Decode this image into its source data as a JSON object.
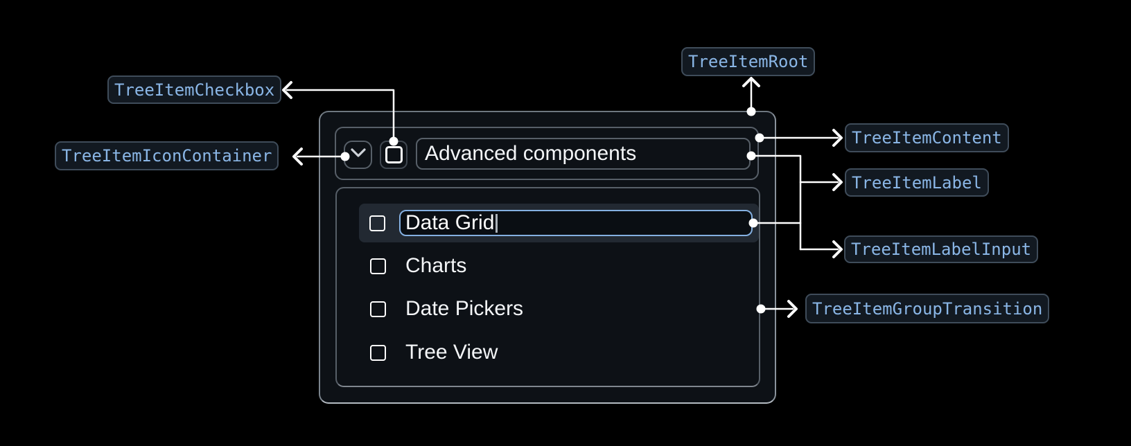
{
  "badges": {
    "root": {
      "label": "TreeItemRoot"
    },
    "checkbox": {
      "label": "TreeItemCheckbox"
    },
    "icon_container": {
      "label": "TreeItemIconContainer"
    },
    "content": {
      "label": "TreeItemContent"
    },
    "label": {
      "label": "TreeItemLabel"
    },
    "label_input": {
      "label": "TreeItemLabelInput"
    },
    "group_transition": {
      "label": "TreeItemGroupTransition"
    }
  },
  "tree": {
    "parent_item": {
      "label": "Advanced components"
    },
    "editing_item": {
      "input_value": "Data Grid"
    },
    "items": [
      {
        "label": "Charts"
      },
      {
        "label": "Date Pickers"
      },
      {
        "label": "Tree View"
      }
    ]
  },
  "icons": {
    "expand": "chevron-down-icon",
    "checkbox": "checkbox-unchecked-icon"
  },
  "colors": {
    "page_background": "#000000",
    "panel_background": "#0d1116",
    "panel_border": "#8a939c",
    "inner_border_gray": "#575f68",
    "highlight_row_background": "#222932",
    "input_border_blue": "#84b0e1",
    "badge_text_blue": "#8ab6e6",
    "badge_background": "#121921",
    "badge_border": "#3f4c5a",
    "connector_white": "#ffffff",
    "text_white": "#f4f6f8"
  }
}
